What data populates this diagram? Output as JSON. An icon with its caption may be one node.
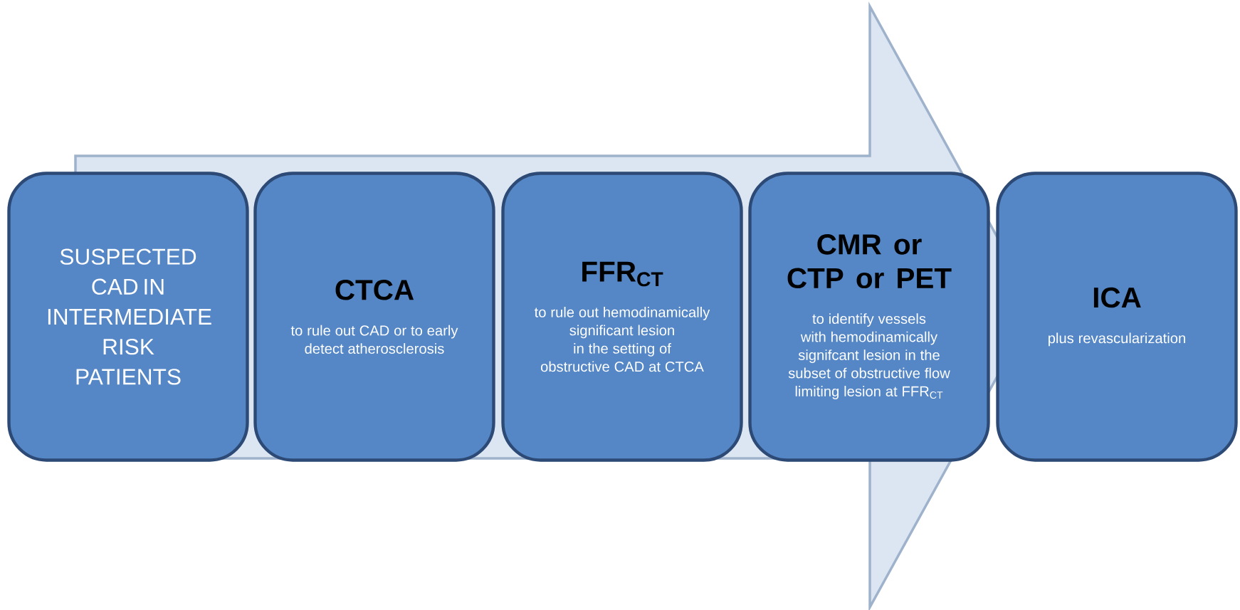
{
  "diagram": {
    "nodes": [
      {
        "text": [
          "SUSPECTED CAD IN INTERMEDIATE RISK PATIENTS"
        ]
      },
      {
        "text": [
          "CTCA",
          "to rule out CAD or to early detect atherosclerosis"
        ]
      },
      {
        "text": [
          "FFR$_{CT}$",
          "to rule out hemodinamically significant lesion in the setting of obstructive CAD at CTCA"
        ]
      },
      {
        "text": [
          "CMR or CTP or PET",
          "to identify vessels with hemodinamically signifcant lesion in the subset of obstructive flow limiting lesion at FFR$_{CT}$"
        ]
      },
      {
        "text": [
          "ICA",
          "plus revascularization"
        ]
      }
    ]
  }
}
